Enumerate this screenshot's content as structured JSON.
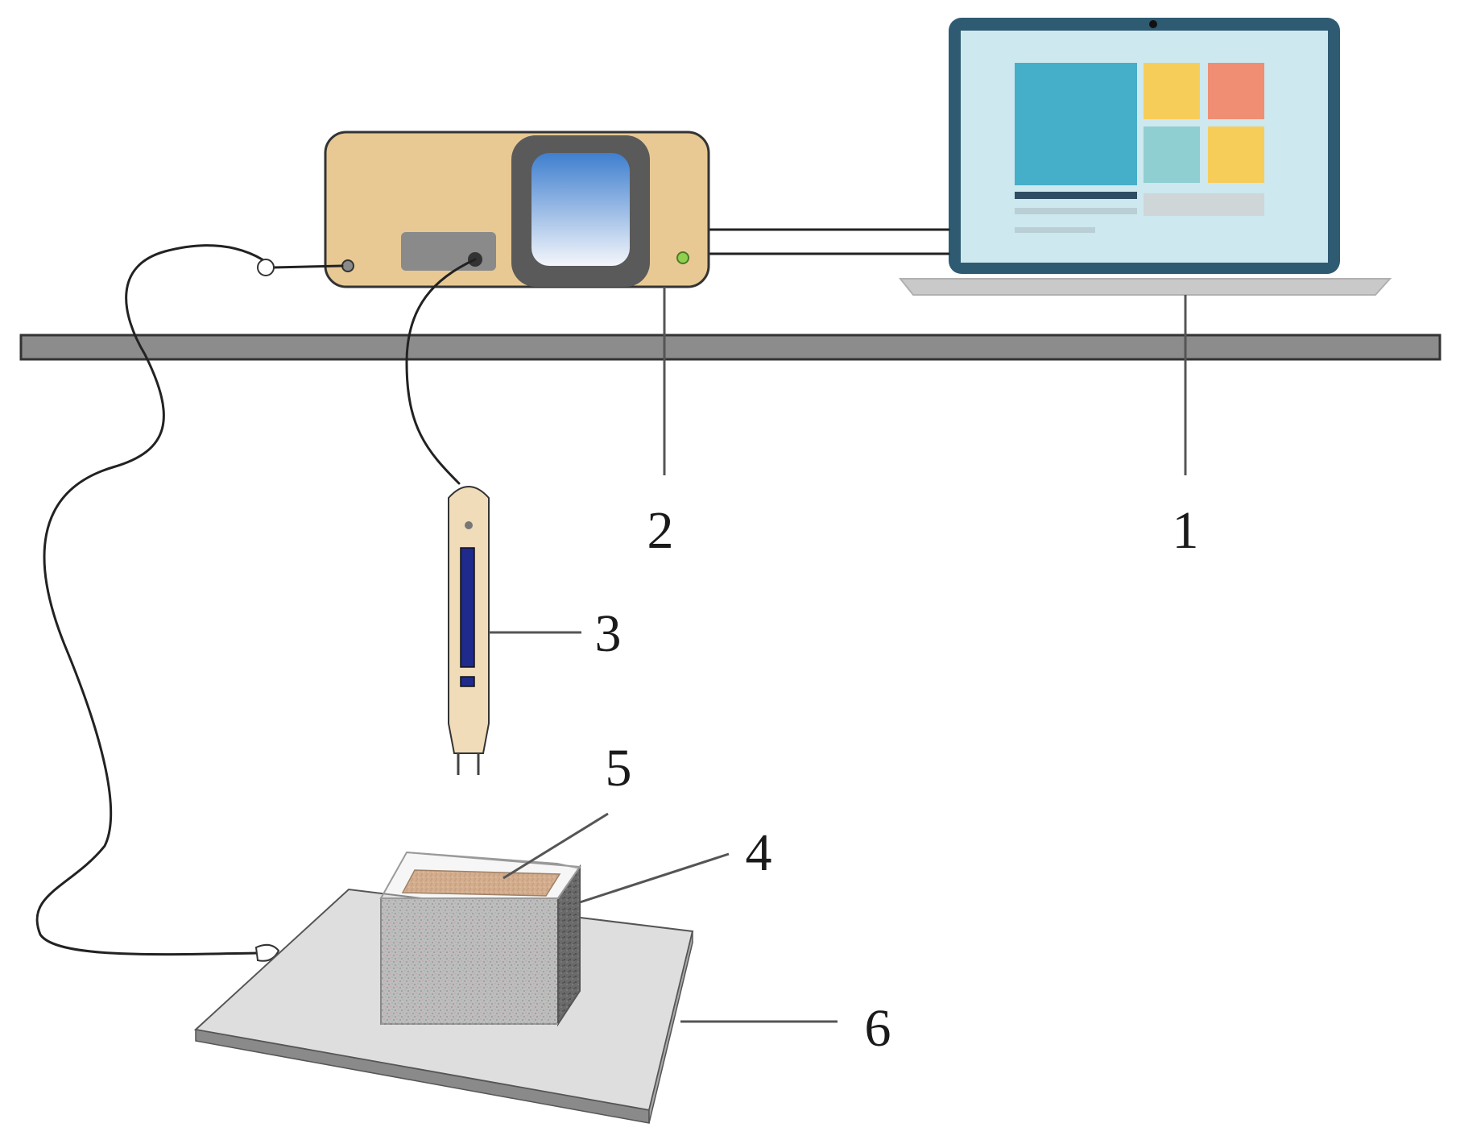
{
  "labels": {
    "laptop": "1",
    "meter": "2",
    "probe": "3",
    "container": "4",
    "soil": "5",
    "plate": "6"
  },
  "colors": {
    "shelf": "#8c8c8c",
    "laptop_frame": "#2f5b72",
    "laptop_screen": "#cde8ef",
    "tile_blue": "#45aec8",
    "tile_yellow": "#f7cd5a",
    "tile_salmon": "#ef8e73",
    "tile_teal": "#8fcfd1",
    "meter_body": "#e8c994",
    "meter_bezel": "#5a5a5a",
    "probe_body": "#f0dcb8",
    "probe_stripe": "#1e2a8c",
    "soil": "#c9905e",
    "container": "#c3c3c3",
    "plate": "#dedede"
  }
}
